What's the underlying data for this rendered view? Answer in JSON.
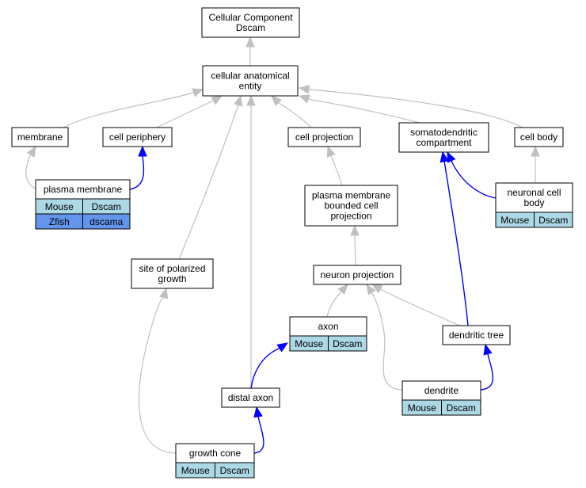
{
  "title_node": "Cellular Component\nDscam",
  "nodes": {
    "cc": {
      "label": "Cellular Component\nDscam"
    },
    "cae": {
      "label": "cellular anatomical\nentity"
    },
    "membrane": {
      "label": "membrane"
    },
    "cellper": {
      "label": "cell periphery"
    },
    "cellproj": {
      "label": "cell projection"
    },
    "somato": {
      "label": "somatodendritic\ncompartment"
    },
    "cellbody": {
      "label": "cell body"
    },
    "pm": {
      "label": "plasma membrane",
      "annotations": [
        [
          "Mouse",
          "Dscam"
        ],
        [
          "Zfish",
          "dscama"
        ]
      ]
    },
    "pmbcp": {
      "label": "plasma membrane\nbounded cell\nprojection"
    },
    "ncb": {
      "label": "neuronal cell\nbody",
      "annotations": [
        [
          "Mouse",
          "Dscam"
        ]
      ]
    },
    "spg": {
      "label": "site of polarized\ngrowth"
    },
    "np": {
      "label": "neuron projection"
    },
    "axon": {
      "label": "axon",
      "annotations": [
        [
          "Mouse",
          "Dscam"
        ]
      ]
    },
    "dt": {
      "label": "dendritic tree"
    },
    "dendrite": {
      "label": "dendrite",
      "annotations": [
        [
          "Mouse",
          "Dscam"
        ]
      ]
    },
    "distal": {
      "label": "distal axon"
    },
    "gc": {
      "label": "growth cone",
      "annotations": [
        [
          "Mouse",
          "Dscam"
        ]
      ]
    }
  },
  "edges": [
    {
      "from": "cae",
      "to": "cc",
      "kind": "is_a"
    },
    {
      "from": "membrane",
      "to": "cae",
      "kind": "is_a"
    },
    {
      "from": "cellper",
      "to": "cae",
      "kind": "is_a"
    },
    {
      "from": "cellproj",
      "to": "cae",
      "kind": "is_a"
    },
    {
      "from": "somato",
      "to": "cae",
      "kind": "is_a"
    },
    {
      "from": "cellbody",
      "to": "cae",
      "kind": "is_a"
    },
    {
      "from": "spg",
      "to": "cae",
      "kind": "is_a"
    },
    {
      "from": "distal",
      "to": "cae",
      "kind": "is_a"
    },
    {
      "from": "pm",
      "to": "membrane",
      "kind": "is_a"
    },
    {
      "from": "pm",
      "to": "cellper",
      "kind": "part_of"
    },
    {
      "from": "pmbcp",
      "to": "cellproj",
      "kind": "is_a"
    },
    {
      "from": "ncb",
      "to": "cellbody",
      "kind": "is_a"
    },
    {
      "from": "ncb",
      "to": "somato",
      "kind": "part_of"
    },
    {
      "from": "np",
      "to": "pmbcp",
      "kind": "is_a"
    },
    {
      "from": "axon",
      "to": "np",
      "kind": "is_a"
    },
    {
      "from": "dt",
      "to": "np",
      "kind": "is_a"
    },
    {
      "from": "dt",
      "to": "somato",
      "kind": "part_of"
    },
    {
      "from": "dendrite",
      "to": "np",
      "kind": "is_a"
    },
    {
      "from": "dendrite",
      "to": "dt",
      "kind": "part_of"
    },
    {
      "from": "distal",
      "to": "axon",
      "kind": "part_of"
    },
    {
      "from": "gc",
      "to": "spg",
      "kind": "is_a"
    },
    {
      "from": "gc",
      "to": "distal",
      "kind": "part_of"
    }
  ],
  "colors": {
    "is_a": "#c0c0c0",
    "part_of": "#0000ff",
    "mouse_cell": "#add8e6",
    "zfish_cell": "#6495ed"
  }
}
